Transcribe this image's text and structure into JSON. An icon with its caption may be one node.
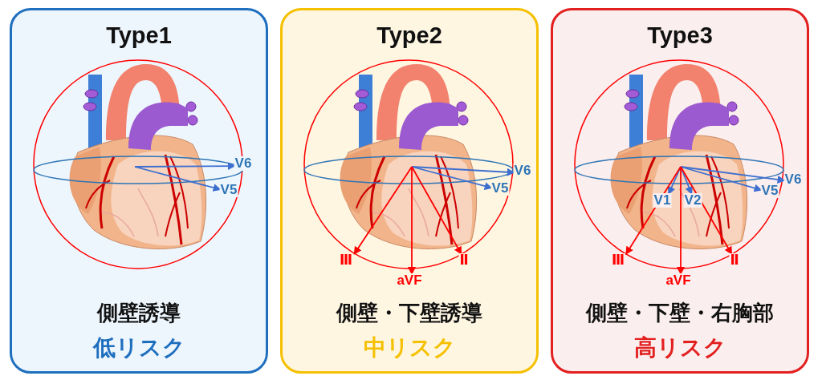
{
  "diagram": {
    "nodes": [
      {
        "text": [
          "Type1",
          "側壁誘導",
          "低リスク"
        ]
      },
      {
        "text": [
          "V6"
        ],
        "in": 0
      },
      {
        "text": [
          "V5"
        ],
        "in": 0
      },
      {
        "text": [
          "Type2",
          "側壁・下壁誘導",
          "中リスク"
        ]
      },
      {
        "text": [
          "V6"
        ],
        "in": 3
      },
      {
        "text": [
          "V5"
        ],
        "in": 3
      },
      {
        "text": [
          "Ⅲ"
        ],
        "in": 3
      },
      {
        "text": [
          "aVF"
        ],
        "in": 3
      },
      {
        "text": [
          "Ⅱ"
        ],
        "in": 3
      },
      {
        "text": [
          "Type3",
          "側壁・下壁・右胸部",
          "高リスク"
        ]
      },
      {
        "text": [
          "V6"
        ],
        "in": 9
      },
      {
        "text": [
          "V5"
        ],
        "in": 9
      },
      {
        "text": [
          "V1"
        ],
        "in": 9
      },
      {
        "text": [
          "V2"
        ],
        "in": 9
      },
      {
        "text": [
          "Ⅲ"
        ],
        "in": 9
      },
      {
        "text": [
          "aVF"
        ],
        "in": 9
      },
      {
        "text": [
          "Ⅱ"
        ],
        "in": 9
      }
    ],
    "edges": [
      {
        "from": null,
        "to": 1,
        "arrow": "to"
      },
      {
        "from": null,
        "to": 2,
        "arrow": "to"
      },
      {
        "from": null,
        "to": 4,
        "arrow": "to"
      },
      {
        "from": null,
        "to": 5,
        "arrow": "to"
      },
      {
        "from": null,
        "to": 6,
        "arrow": "to",
        "color": "#ff0000"
      },
      {
        "from": null,
        "to": 7,
        "arrow": "to",
        "color": "#ff0000"
      },
      {
        "from": null,
        "to": 8,
        "arrow": "to",
        "color": "#ff0000"
      },
      {
        "from": null,
        "to": 10,
        "arrow": "to"
      },
      {
        "from": null,
        "to": 11,
        "arrow": "to"
      },
      {
        "from": null,
        "to": 12,
        "arrow": "to"
      },
      {
        "from": null,
        "to": 13,
        "arrow": "to"
      },
      {
        "from": null,
        "to": 14,
        "arrow": "to",
        "color": "#ff0000"
      },
      {
        "from": null,
        "to": 15,
        "arrow": "to",
        "color": "#ff0000"
      },
      {
        "from": null,
        "to": 16,
        "arrow": "to",
        "color": "#ff0000"
      }
    ]
  }
}
